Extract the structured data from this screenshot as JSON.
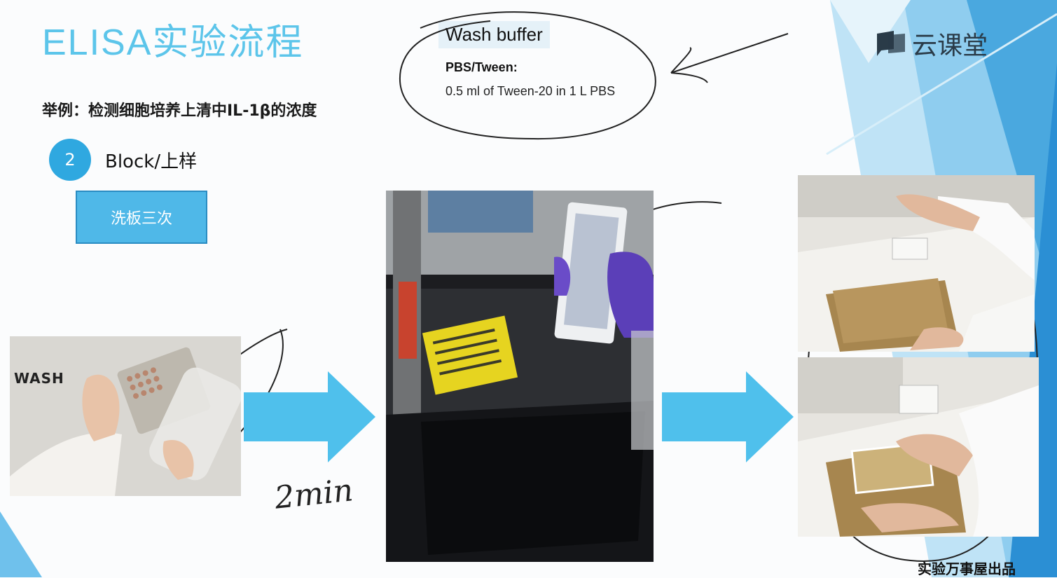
{
  "title": "ELISA实验流程",
  "example_text": "举例：检测细胞培养上清中IL-1β的浓度",
  "step": {
    "number": "2",
    "label": "Block/上样"
  },
  "wash_button": "洗板三次",
  "wash_buffer": {
    "title": "Wash buffer",
    "subtitle": "PBS/Tween:",
    "detail": "0.5 ml of Tween-20 in 1 L PBS"
  },
  "photo1_label": "WASH",
  "handwriting": "2min",
  "brand": {
    "name": "云课堂",
    "icon": "chat-bubble-icon"
  },
  "producer": "实验万事屋出品",
  "colors": {
    "accent": "#5cc5ea",
    "arrow": "#4fc0ec",
    "step_circle": "#2fa8e0",
    "deco_blue": "#1f8fd0"
  }
}
